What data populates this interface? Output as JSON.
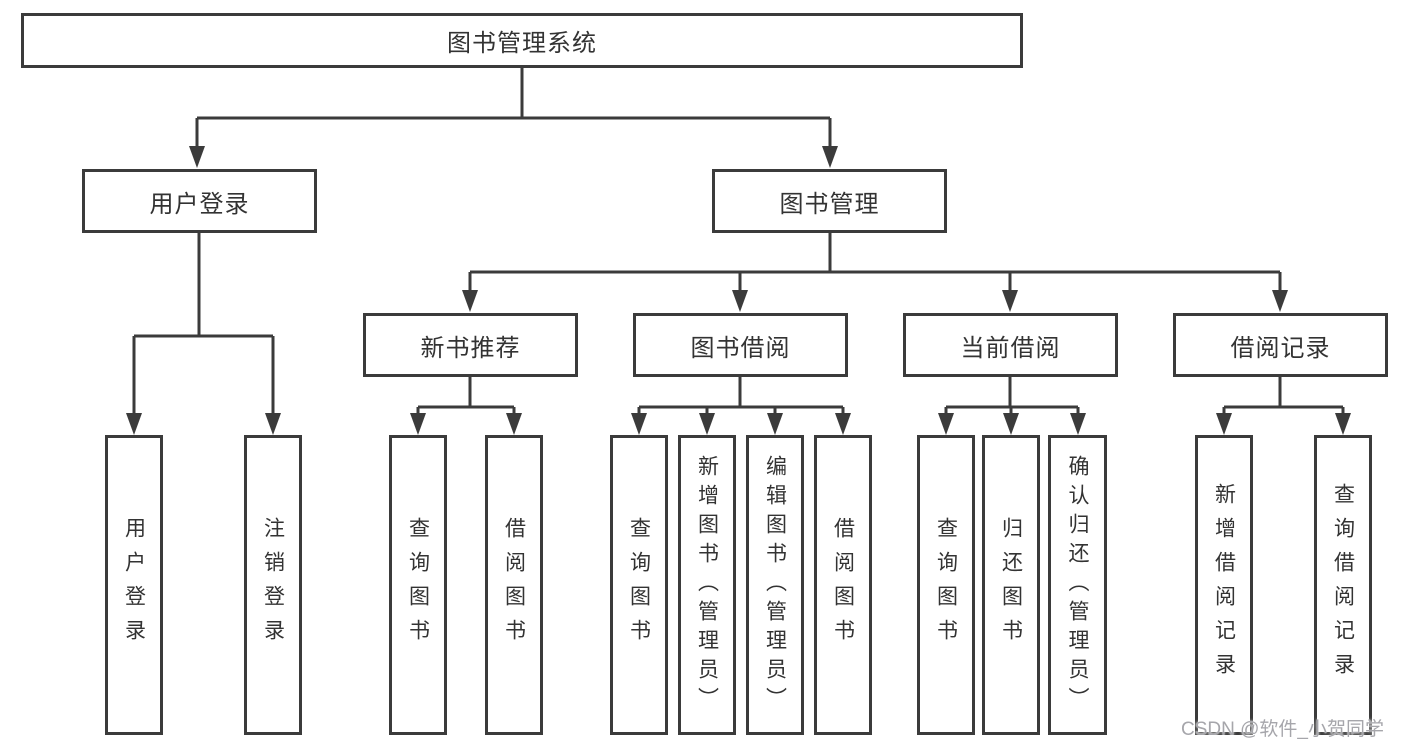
{
  "tree": {
    "root": "图书管理系统",
    "children": [
      {
        "label": "用户登录",
        "children": [
          {
            "label": "用户登录"
          },
          {
            "label": "注销登录"
          }
        ]
      },
      {
        "label": "图书管理",
        "children": [
          {
            "label": "新书推荐",
            "children": [
              {
                "label": "查询图书"
              },
              {
                "label": "借阅图书"
              }
            ]
          },
          {
            "label": "图书借阅",
            "children": [
              {
                "label": "查询图书"
              },
              {
                "label": "新增图书（管理员）"
              },
              {
                "label": "编辑图书（管理员）"
              },
              {
                "label": "借阅图书"
              }
            ]
          },
          {
            "label": "当前借阅",
            "children": [
              {
                "label": "查询图书"
              },
              {
                "label": "归还图书"
              },
              {
                "label": "确认归还（管理员）"
              }
            ]
          },
          {
            "label": "借阅记录",
            "children": [
              {
                "label": "新增借阅记录"
              },
              {
                "label": "查询借阅记录"
              }
            ]
          }
        ]
      }
    ]
  },
  "watermark": "CSDN @软件_小贺同学",
  "colors": {
    "line": "#3b3b3b",
    "text": "#333333",
    "watermark": "#a6a6ab",
    "background": "#ffffff"
  }
}
